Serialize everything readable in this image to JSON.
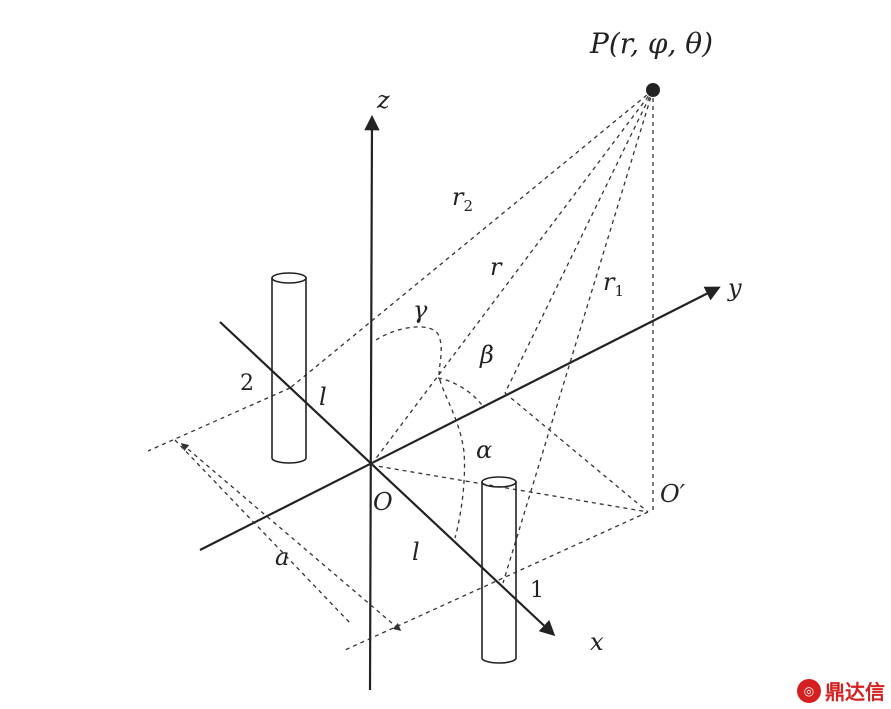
{
  "labels": {
    "point": "P(r, φ, θ)",
    "z": "z",
    "y": "y",
    "x": "x",
    "origin": "O",
    "origin_prime": "O′",
    "r": "r",
    "r1": "r",
    "r1_sub": "1",
    "r2": "r",
    "r2_sub": "2",
    "gamma": "γ",
    "beta": "β",
    "alpha": "α",
    "l_top": "l",
    "l_bottom": "l",
    "a": "a",
    "n1": "1",
    "n2": "2"
  },
  "watermark": {
    "icon": "dingdaxin-logo-icon",
    "text": "鼎达信"
  }
}
